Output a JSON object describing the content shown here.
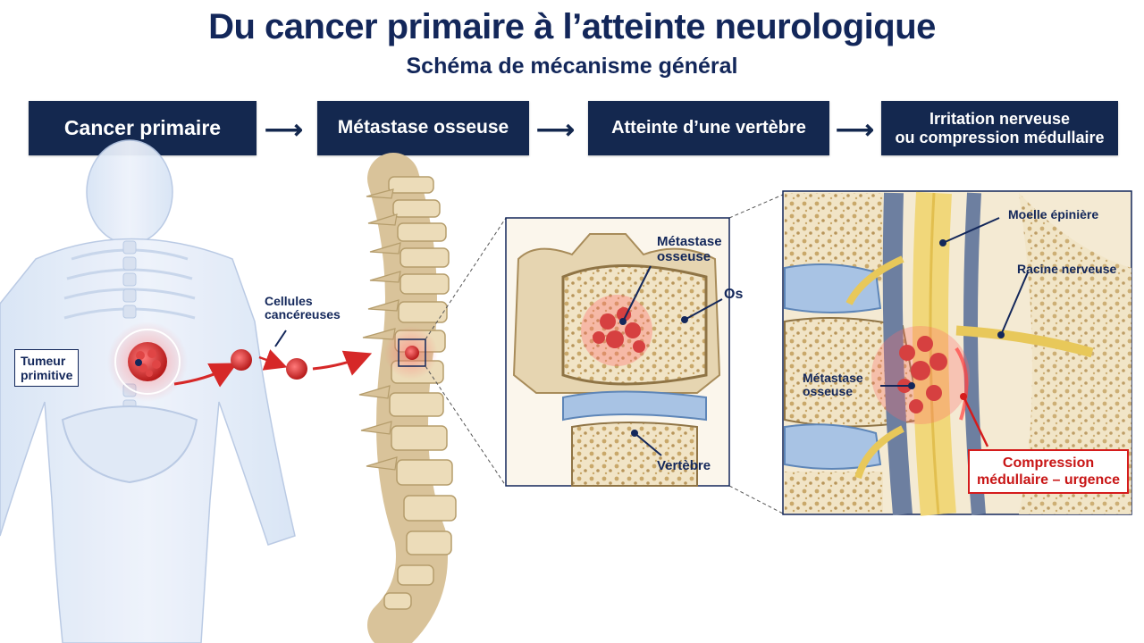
{
  "header": {
    "title": "Du cancer primaire à l’atteinte neurologique",
    "subtitle": "Schéma de mécanisme général"
  },
  "steps": [
    {
      "lines": [
        "Cancer primaire"
      ]
    },
    {
      "lines": [
        "Métastase osseuse"
      ]
    },
    {
      "lines": [
        "Atteinte d’une vertèbre"
      ]
    },
    {
      "lines": [
        "Irritation nerveuse",
        "ou compression médullaire"
      ]
    }
  ],
  "arrow_glyph": "⟶",
  "labels": {
    "tumeur": [
      "Tumeur",
      "primitive"
    ],
    "cellules": [
      "Cellules",
      "cancéreuses"
    ],
    "metastase_zoom": [
      "Métastase",
      "osseuse"
    ],
    "os": "Os",
    "vertebre": "Vertèbre",
    "moelle": "Moelle épinière",
    "racine": "Racine nerveuse",
    "metastase_detail": [
      "Métastase",
      "osseuse"
    ],
    "compression": [
      "Compression",
      "médullaire – urgence"
    ]
  },
  "colors": {
    "navy": "#14284f",
    "tumor_red": "#d62828",
    "bone": "#e9dcc0",
    "cord_yellow": "#f1d77a",
    "urgent_red": "#d51c1c"
  }
}
